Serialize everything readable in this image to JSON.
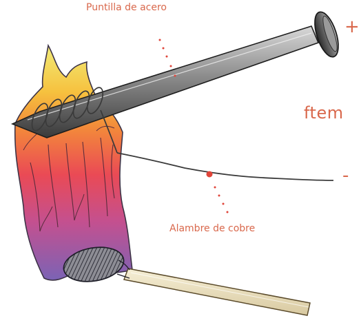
{
  "labels": {
    "steel_pin": "Puntilla de acero",
    "copper_wire": "Alambre de cobre",
    "emf": "ftem",
    "positive": "+",
    "negative": "-"
  },
  "colors": {
    "label": "#d9684c",
    "flame_top": "#f2ec78",
    "flame_mid": "#f6a33c",
    "flame_red": "#ea4a55",
    "flame_pink": "#c4508f",
    "flame_base": "#7b63b5",
    "junction_dot": "#e0453a"
  },
  "icons": {
    "nail": "steel-nail-icon",
    "wire": "copper-wire-icon",
    "flame": "flame-icon",
    "match": "match-icon"
  }
}
